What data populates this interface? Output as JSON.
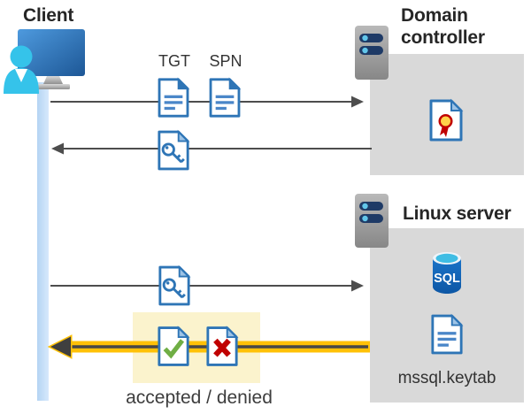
{
  "nodes": {
    "client": {
      "label": "Client"
    },
    "domain_controller": {
      "label": "Domain controller",
      "contains": [
        "certificate-document"
      ]
    },
    "linux_server": {
      "label": "Linux server",
      "sql_badge": "SQL",
      "keytab_label": "mssql.keytab"
    }
  },
  "messages": {
    "ticket_request": {
      "direction": "client-to-domain-controller",
      "items": [
        {
          "label": "TGT"
        },
        {
          "label": "SPN"
        }
      ]
    },
    "ticket_reply": {
      "direction": "domain-controller-to-client",
      "item": "key-document"
    },
    "service_request": {
      "direction": "client-to-linux-server",
      "item": "key-document"
    },
    "service_reply": {
      "direction": "linux-server-to-client",
      "highlighted": true,
      "items": [
        "accepted-document",
        "denied-document"
      ],
      "caption": "accepted / denied"
    }
  },
  "colors": {
    "doc_blue": "#2e75b6",
    "fold_light_blue": "#9dc3e6",
    "doc_line_blue": "#4a86c8",
    "accept_green": "#6fae44",
    "deny_red": "#c00000",
    "cert_gold": "#ffd24a",
    "highlight_yellow": "#ffc107",
    "highlight_box_yellow": "#fbf3cd",
    "panel_gray": "#d9d9d9",
    "arrow_gray": "#4d4d4d",
    "timeline_blue": "#b4d4f3",
    "sql_body_blue": "#1166bb",
    "sql_top_cyan": "#3fbde4",
    "server_pill_navy": "#1e3a66",
    "server_dot_cyan": "#62c6ea",
    "monitor_blue": "#2e6db4",
    "person_cyan": "#35c3ea"
  }
}
